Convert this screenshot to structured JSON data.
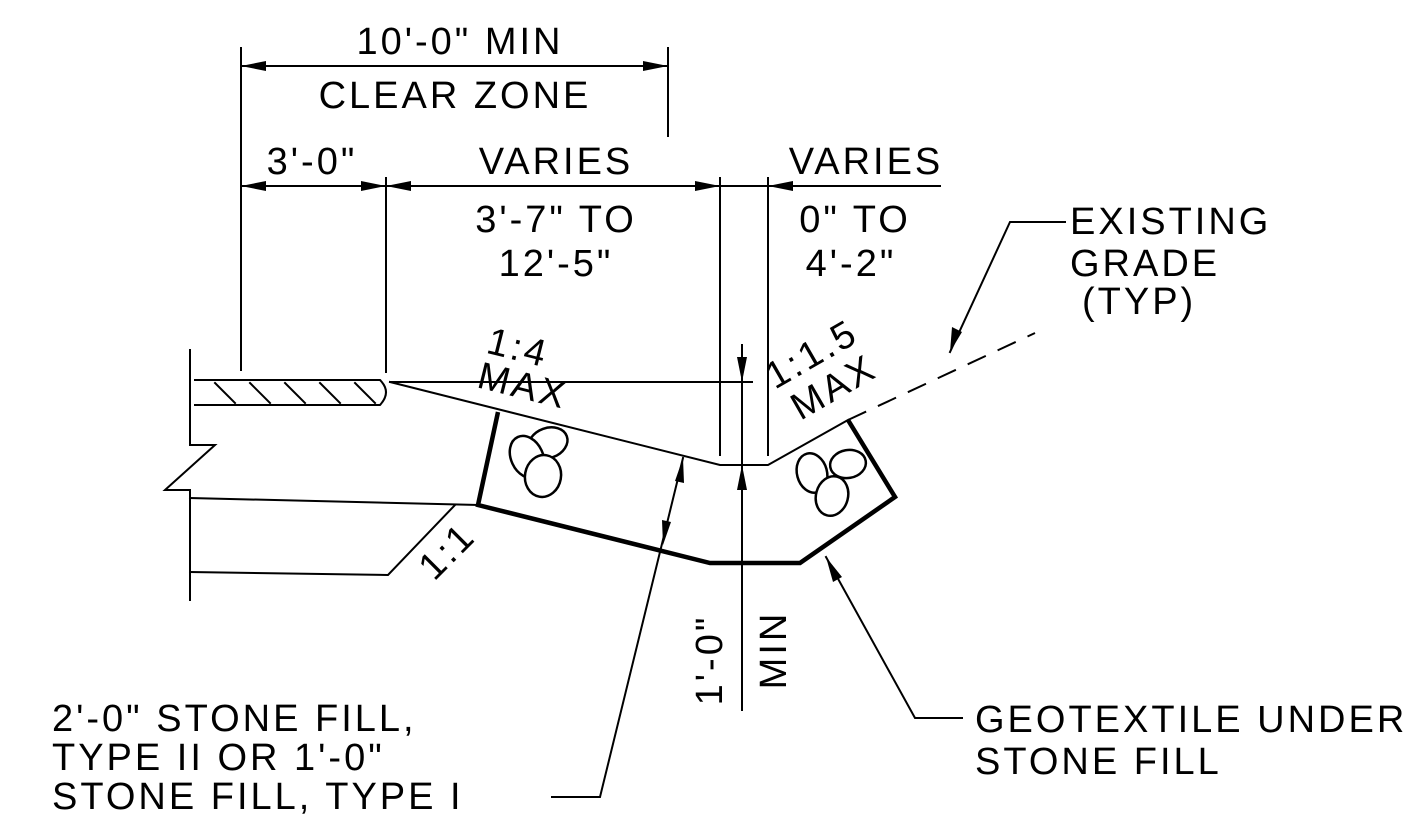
{
  "dimensions": {
    "clear_zone_min": "10'-0\" MIN",
    "clear_zone_label": "CLEAR ZONE",
    "shoulder_width": "3'-0\"",
    "slope_width_label": "VARIES",
    "slope_width_range_1": "3'-7\" TO",
    "slope_width_range_2": "12'-5\"",
    "ditch_width_label": "VARIES",
    "ditch_width_range_1": "0\" TO",
    "ditch_width_range_2": "4'-2\"",
    "stone_depth_1": "1'-0\"",
    "stone_depth_2": "MIN"
  },
  "slopes": {
    "foreslope_ratio": "1:4",
    "foreslope_max": "MAX",
    "backslope_ratio": "1:1.5",
    "backslope_max": "MAX",
    "subgrade_ratio": "1:1"
  },
  "callouts": {
    "existing_grade_1": "EXISTING",
    "existing_grade_2": "GRADE",
    "existing_grade_3": "(TYP)",
    "stone_fill_1": "2'-0\" STONE FILL,",
    "stone_fill_2": "TYPE II OR 1'-0\"",
    "stone_fill_3": "STONE FILL, TYPE I",
    "geotextile_1": "GEOTEXTILE UNDER",
    "geotextile_2": "STONE FILL"
  }
}
